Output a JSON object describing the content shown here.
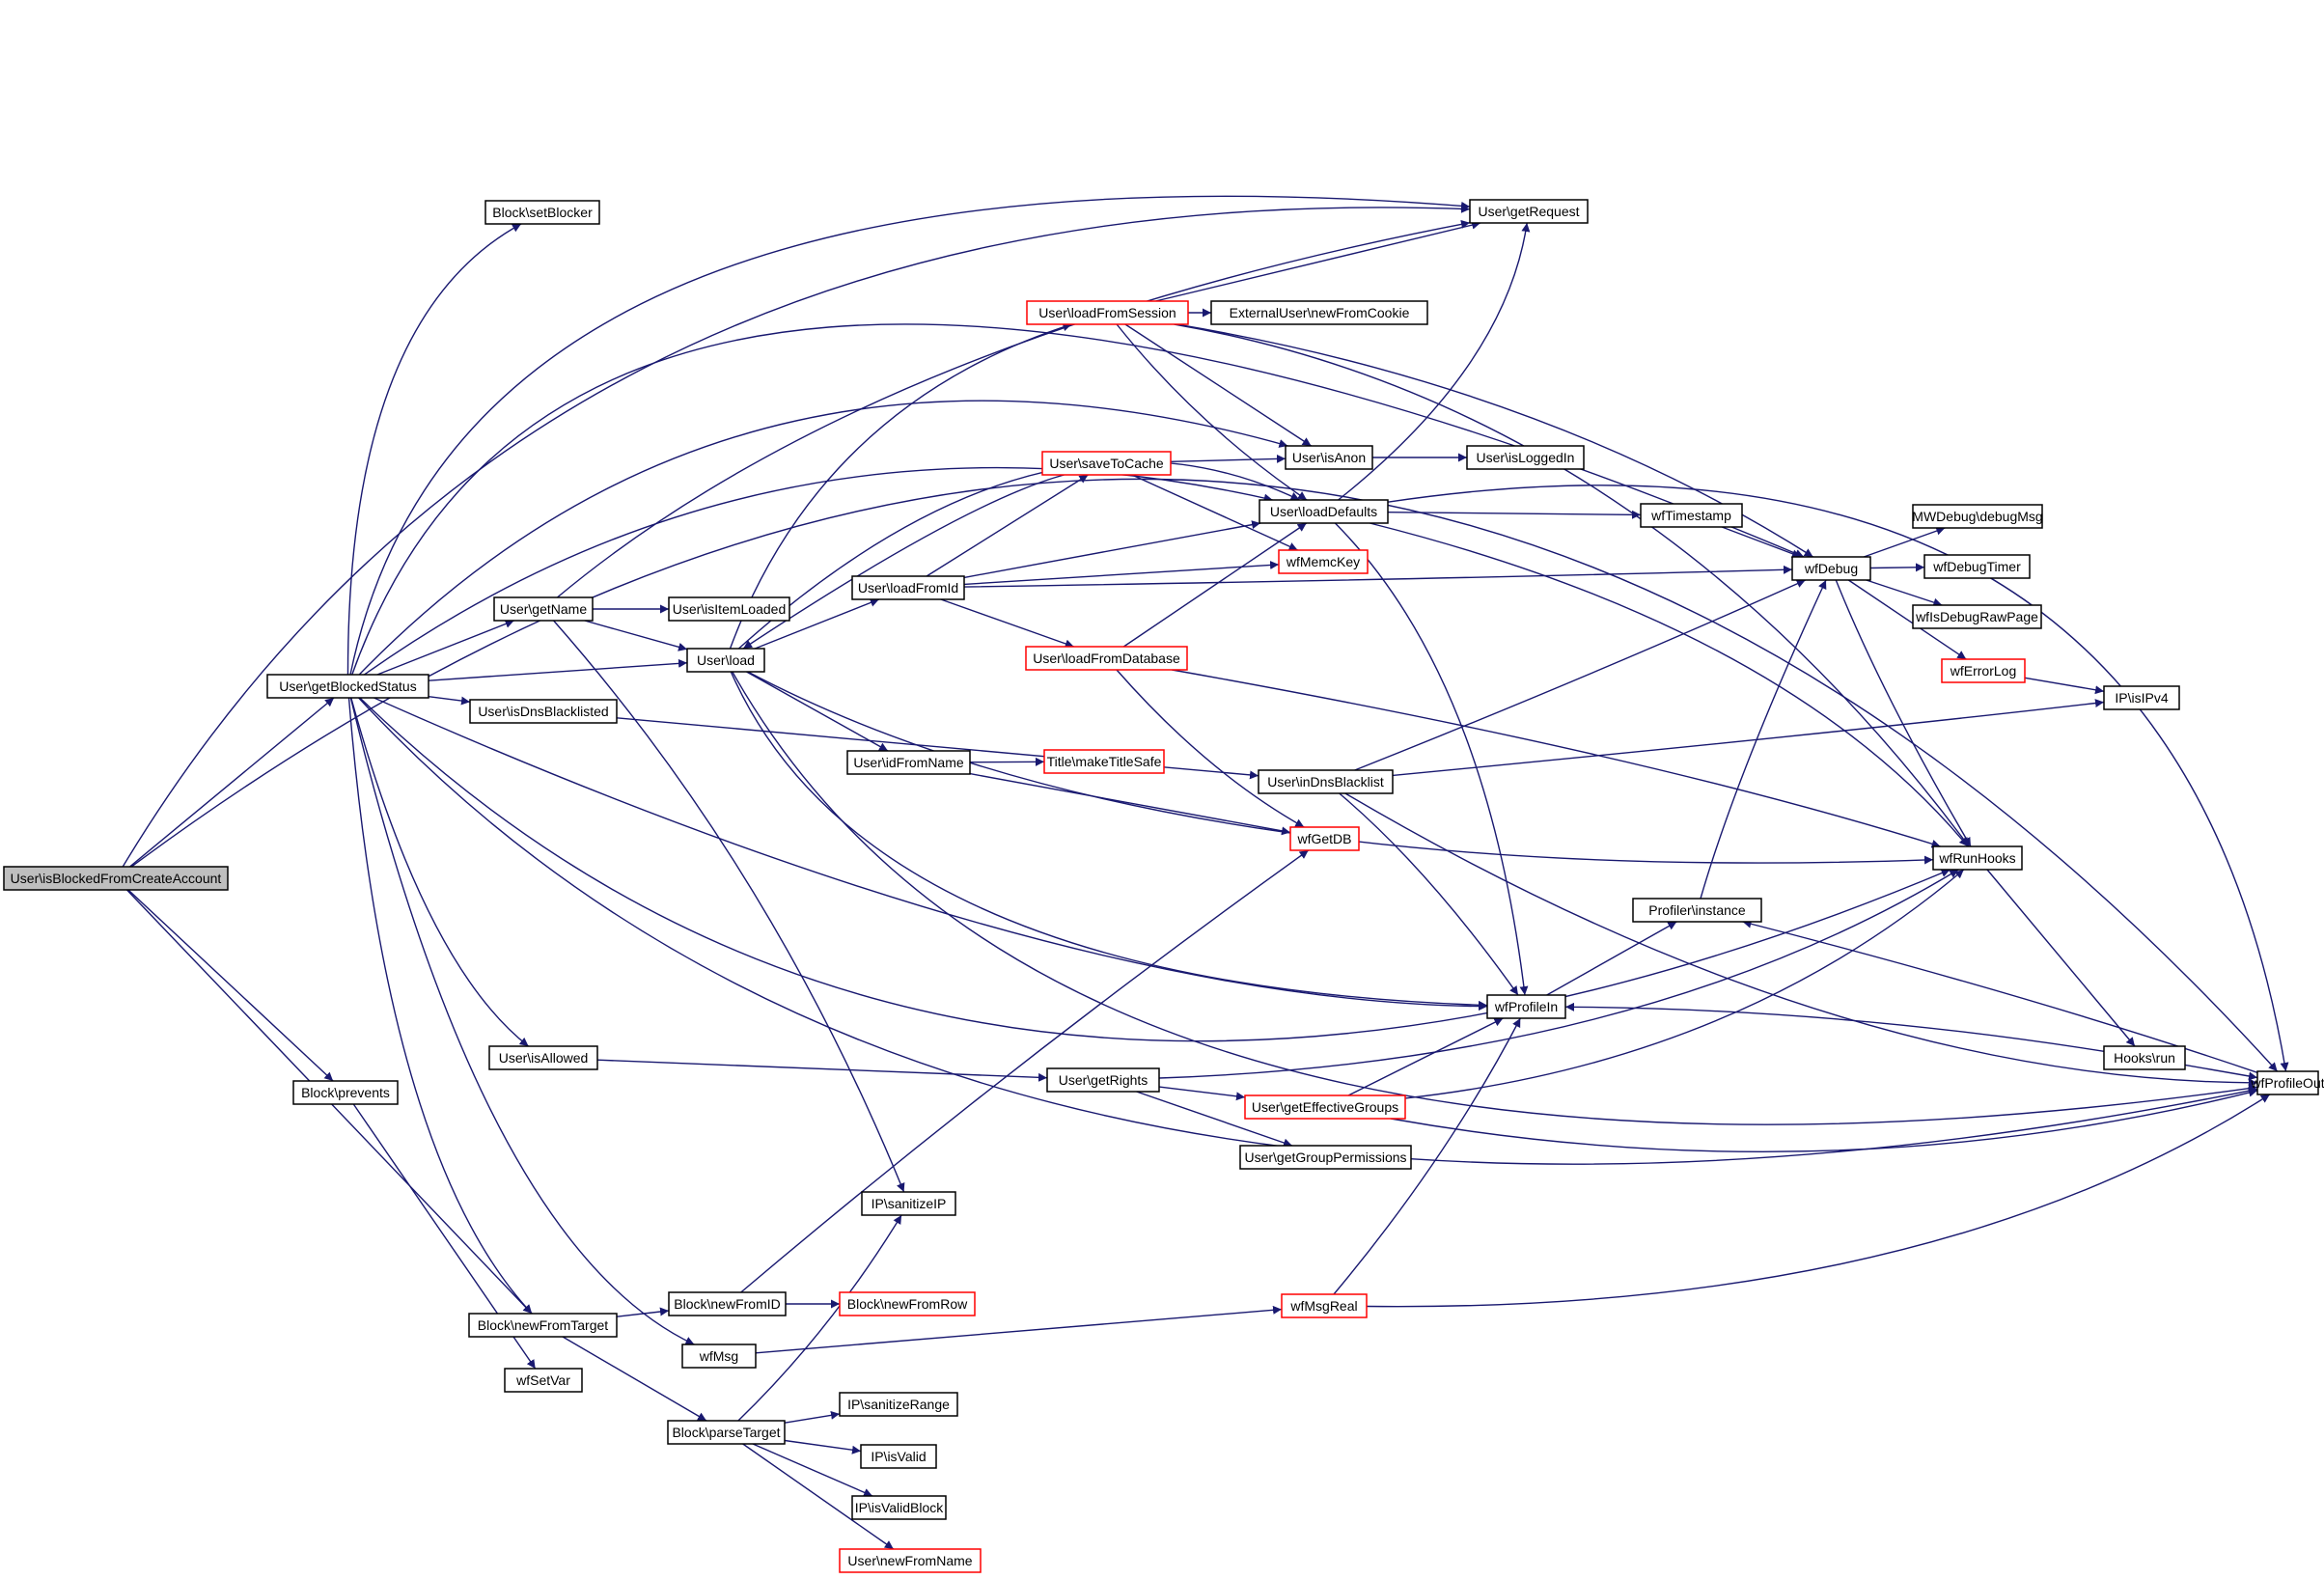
{
  "diagram": {
    "type": "call-graph",
    "edge_color": "#191970",
    "node_border_color": "#000000",
    "truncated_node_border_color": "#ff0000",
    "root_fill_color": "#bfbfbf",
    "nodes": [
      {
        "id": "n1",
        "label": "User\\isBlockedFromCreateAccount",
        "root": true
      },
      {
        "id": "n2",
        "label": "User\\getBlockedStatus"
      },
      {
        "id": "n3",
        "label": "Block\\prevents"
      },
      {
        "id": "n4",
        "label": "Block\\newFromTarget"
      },
      {
        "id": "n5",
        "label": "wfSetVar"
      },
      {
        "id": "n6",
        "label": "User\\getRequest"
      },
      {
        "id": "n7",
        "label": "wfDebug"
      },
      {
        "id": "n8",
        "label": "wfProfileOut"
      },
      {
        "id": "n9",
        "label": "Block\\setBlocker"
      },
      {
        "id": "n10",
        "label": "User\\getName"
      },
      {
        "id": "n11",
        "label": "User\\isDnsBlacklisted"
      },
      {
        "id": "n12",
        "label": "User\\isAllowed"
      },
      {
        "id": "n13",
        "label": "User\\load"
      },
      {
        "id": "n14",
        "label": "User\\isAnon"
      },
      {
        "id": "n15",
        "label": "wfProfileIn"
      },
      {
        "id": "n16",
        "label": "wfRunHooks"
      },
      {
        "id": "n17",
        "label": "User\\isItemLoaded"
      },
      {
        "id": "n18",
        "label": "IP\\sanitizeIP"
      },
      {
        "id": "n19",
        "label": "User\\loadFromSession",
        "truncated": true
      },
      {
        "id": "n20",
        "label": "User\\loadFromId"
      },
      {
        "id": "n21",
        "label": "User\\idFromName"
      },
      {
        "id": "n22",
        "label": "User\\loadDefaults"
      },
      {
        "id": "n23",
        "label": "ExternalUser\\newFromCookie"
      },
      {
        "id": "n24",
        "label": "User\\saveToCache",
        "truncated": true
      },
      {
        "id": "n25",
        "label": "wfMemcKey",
        "truncated": true
      },
      {
        "id": "n26",
        "label": "User\\loadFromDatabase",
        "truncated": true
      },
      {
        "id": "n27",
        "label": "Title\\makeTitleSafe",
        "truncated": true
      },
      {
        "id": "n28",
        "label": "wfGetDB",
        "truncated": true
      },
      {
        "id": "n29",
        "label": "User\\isLoggedIn"
      },
      {
        "id": "n30",
        "label": "wfTimestamp"
      },
      {
        "id": "n31",
        "label": "MWDebug\\debugMsg"
      },
      {
        "id": "n32",
        "label": "wfDebugTimer"
      },
      {
        "id": "n33",
        "label": "wfIsDebugRawPage"
      },
      {
        "id": "n34",
        "label": "wfErrorLog",
        "truncated": true
      },
      {
        "id": "n35",
        "label": "IP\\isIPv4"
      },
      {
        "id": "n36",
        "label": "User\\inDnsBlacklist"
      },
      {
        "id": "n37",
        "label": "Profiler\\instance"
      },
      {
        "id": "n38",
        "label": "Hooks\\run"
      },
      {
        "id": "n39",
        "label": "User\\getRights"
      },
      {
        "id": "n40",
        "label": "User\\getEffectiveGroups",
        "truncated": true
      },
      {
        "id": "n41",
        "label": "User\\getGroupPermissions"
      },
      {
        "id": "n42",
        "label": "Block\\newFromID"
      },
      {
        "id": "n43",
        "label": "Block\\newFromRow",
        "truncated": true
      },
      {
        "id": "n44",
        "label": "wfMsg"
      },
      {
        "id": "n45",
        "label": "wfMsgReal",
        "truncated": true
      },
      {
        "id": "n46",
        "label": "Block\\parseTarget"
      },
      {
        "id": "n47",
        "label": "IP\\sanitizeRange"
      },
      {
        "id": "n48",
        "label": "IP\\isValid"
      },
      {
        "id": "n49",
        "label": "IP\\isValidBlock"
      },
      {
        "id": "n50",
        "label": "User\\newFromName",
        "truncated": true
      }
    ],
    "edges": [
      [
        "n1",
        "n2"
      ],
      [
        "n1",
        "n3"
      ],
      [
        "n1",
        "n4"
      ],
      [
        "n1",
        "n6"
      ],
      [
        "n1",
        "n8"
      ],
      [
        "n3",
        "n5"
      ],
      [
        "n2",
        "n6"
      ],
      [
        "n2",
        "n7"
      ],
      [
        "n2",
        "n9"
      ],
      [
        "n2",
        "n10"
      ],
      [
        "n2",
        "n11"
      ],
      [
        "n2",
        "n12"
      ],
      [
        "n2",
        "n13"
      ],
      [
        "n2",
        "n14"
      ],
      [
        "n2",
        "n15"
      ],
      [
        "n2",
        "n16"
      ],
      [
        "n2",
        "n22"
      ],
      [
        "n2",
        "n4"
      ],
      [
        "n2",
        "n44"
      ],
      [
        "n2",
        "n8"
      ],
      [
        "n10",
        "n6"
      ],
      [
        "n10",
        "n17"
      ],
      [
        "n10",
        "n13"
      ],
      [
        "n10",
        "n18"
      ],
      [
        "n11",
        "n36"
      ],
      [
        "n12",
        "n39"
      ],
      [
        "n13",
        "n19"
      ],
      [
        "n13",
        "n20"
      ],
      [
        "n13",
        "n21"
      ],
      [
        "n13",
        "n22"
      ],
      [
        "n13",
        "n16"
      ],
      [
        "n13",
        "n15"
      ],
      [
        "n13",
        "n8"
      ],
      [
        "n19",
        "n6"
      ],
      [
        "n19",
        "n23"
      ],
      [
        "n19",
        "n14"
      ],
      [
        "n19",
        "n22"
      ],
      [
        "n19",
        "n7"
      ],
      [
        "n19",
        "n16"
      ],
      [
        "n20",
        "n24"
      ],
      [
        "n20",
        "n22"
      ],
      [
        "n20",
        "n25"
      ],
      [
        "n20",
        "n7"
      ],
      [
        "n20",
        "n26"
      ],
      [
        "n24",
        "n13"
      ],
      [
        "n24",
        "n14"
      ],
      [
        "n24",
        "n25"
      ],
      [
        "n26",
        "n22"
      ],
      [
        "n26",
        "n28"
      ],
      [
        "n26",
        "n16"
      ],
      [
        "n21",
        "n27"
      ],
      [
        "n21",
        "n28"
      ],
      [
        "n14",
        "n29"
      ],
      [
        "n22",
        "n6"
      ],
      [
        "n22",
        "n30"
      ],
      [
        "n22",
        "n15"
      ],
      [
        "n22",
        "n16"
      ],
      [
        "n22",
        "n8"
      ],
      [
        "n30",
        "n7"
      ],
      [
        "n7",
        "n31"
      ],
      [
        "n7",
        "n32"
      ],
      [
        "n7",
        "n33"
      ],
      [
        "n7",
        "n34"
      ],
      [
        "n7",
        "n16"
      ],
      [
        "n34",
        "n35"
      ],
      [
        "n36",
        "n7"
      ],
      [
        "n36",
        "n35"
      ],
      [
        "n36",
        "n15"
      ],
      [
        "n36",
        "n8"
      ],
      [
        "n16",
        "n38"
      ],
      [
        "n15",
        "n37"
      ],
      [
        "n37",
        "n7"
      ],
      [
        "n38",
        "n15"
      ],
      [
        "n38",
        "n8"
      ],
      [
        "n8",
        "n37"
      ],
      [
        "n39",
        "n40"
      ],
      [
        "n39",
        "n41"
      ],
      [
        "n39",
        "n16"
      ],
      [
        "n40",
        "n15"
      ],
      [
        "n40",
        "n16"
      ],
      [
        "n40",
        "n8"
      ],
      [
        "n4",
        "n42"
      ],
      [
        "n4",
        "n46"
      ],
      [
        "n42",
        "n43"
      ],
      [
        "n42",
        "n28"
      ],
      [
        "n44",
        "n45"
      ],
      [
        "n45",
        "n15"
      ],
      [
        "n45",
        "n8"
      ],
      [
        "n46",
        "n47"
      ],
      [
        "n46",
        "n48"
      ],
      [
        "n46",
        "n49"
      ],
      [
        "n46",
        "n50"
      ],
      [
        "n46",
        "n18"
      ]
    ]
  }
}
